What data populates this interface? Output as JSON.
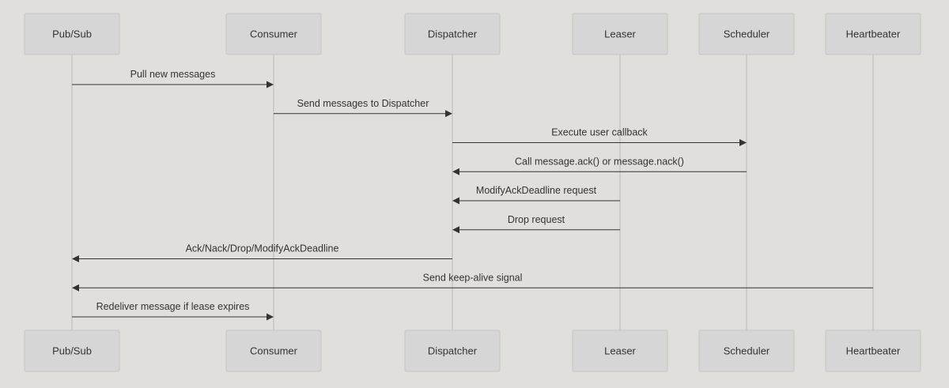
{
  "diagram": {
    "type": "sequence",
    "colors": {
      "background": "#e0dfdb",
      "actor_fill": "#d6d6d6",
      "actor_border": "#c5c5c5",
      "lifeline": "#b9b8b4",
      "text": "#333333",
      "arrow": "#333333"
    },
    "participants": [
      {
        "id": "pubsub",
        "label": "Pub/Sub"
      },
      {
        "id": "consumer",
        "label": "Consumer"
      },
      {
        "id": "dispatcher",
        "label": "Dispatcher"
      },
      {
        "id": "leaser",
        "label": "Leaser"
      },
      {
        "id": "scheduler",
        "label": "Scheduler"
      },
      {
        "id": "heartbeater",
        "label": "Heartbeater"
      }
    ],
    "messages": [
      {
        "from": "pubsub",
        "to": "consumer",
        "label": "Pull new messages"
      },
      {
        "from": "consumer",
        "to": "dispatcher",
        "label": "Send messages to Dispatcher"
      },
      {
        "from": "dispatcher",
        "to": "scheduler",
        "label": "Execute user callback"
      },
      {
        "from": "scheduler",
        "to": "dispatcher",
        "label": "Call message.ack() or message.nack()"
      },
      {
        "from": "leaser",
        "to": "dispatcher",
        "label": "ModifyAckDeadline request"
      },
      {
        "from": "leaser",
        "to": "dispatcher",
        "label": "Drop request"
      },
      {
        "from": "dispatcher",
        "to": "pubsub",
        "label": "Ack/Nack/Drop/ModifyAckDeadline"
      },
      {
        "from": "heartbeater",
        "to": "pubsub",
        "label": "Send keep-alive signal"
      },
      {
        "from": "pubsub",
        "to": "consumer",
        "label": "Redeliver message if lease expires"
      }
    ]
  }
}
